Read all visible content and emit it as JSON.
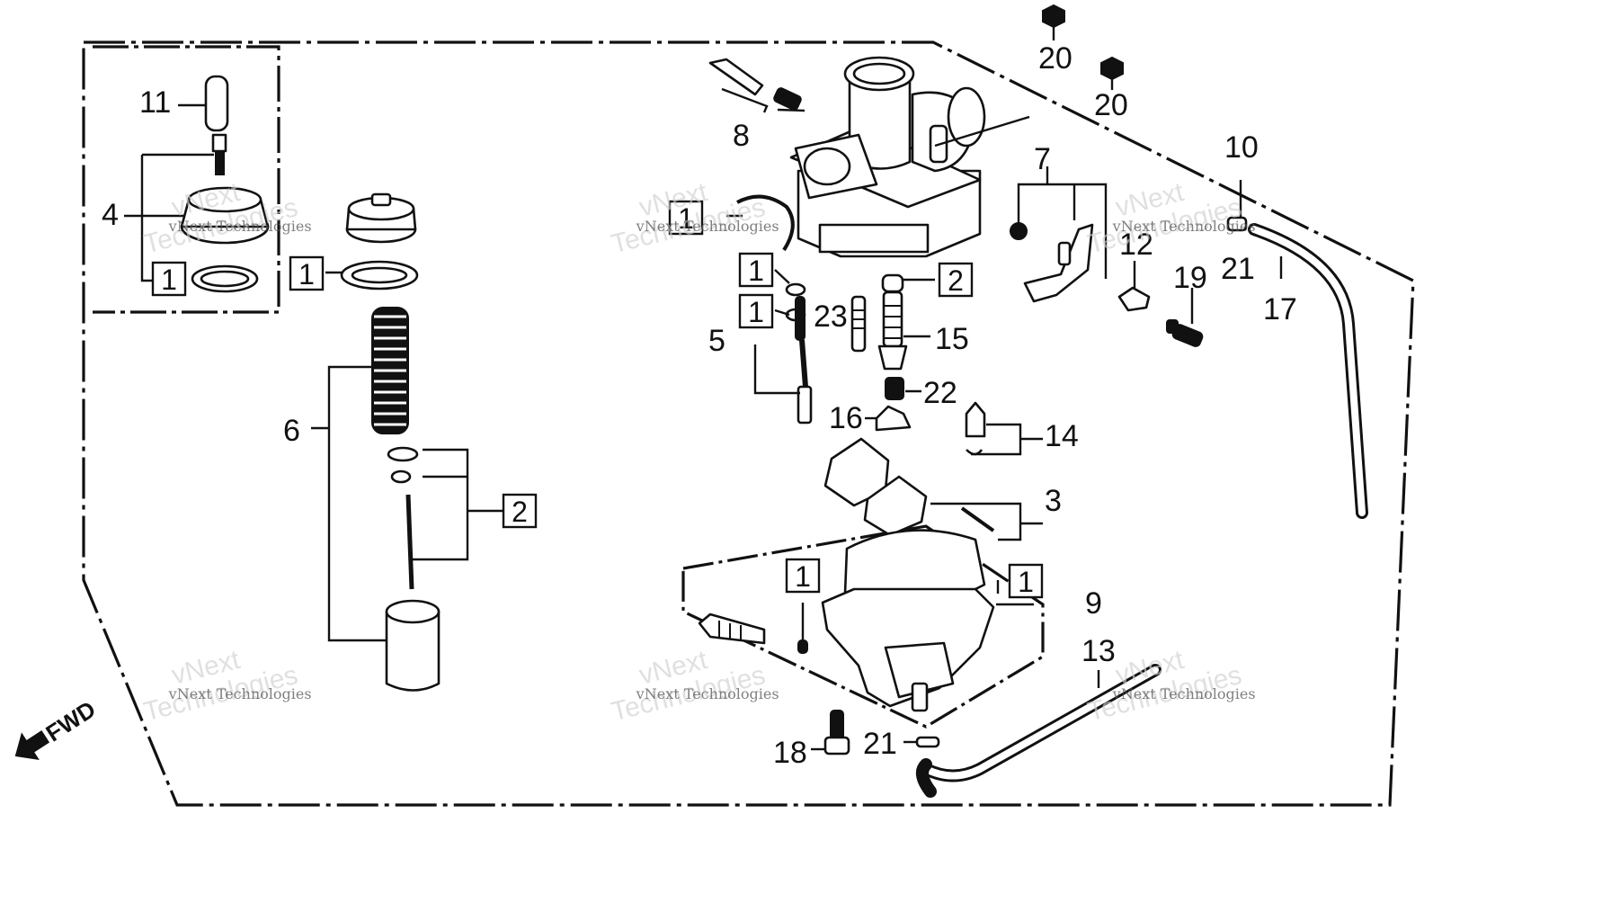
{
  "diagram": {
    "direction_label": "FWD",
    "watermark_brand": "vNext",
    "watermark_company": "Technologies",
    "watermark_line": "vNext Technologies",
    "callouts": {
      "c1": "1",
      "c2": "2",
      "c3": "3",
      "c4": "4",
      "c5": "5",
      "c6": "6",
      "c7": "7",
      "c8": "8",
      "c9": "9",
      "c10": "10",
      "c11": "11",
      "c12": "12",
      "c13": "13",
      "c14": "14",
      "c15": "15",
      "c16": "16",
      "c17": "17",
      "c18": "18",
      "c19": "19",
      "c20": "20",
      "c21": "21",
      "c22": "22",
      "c23": "23"
    }
  }
}
